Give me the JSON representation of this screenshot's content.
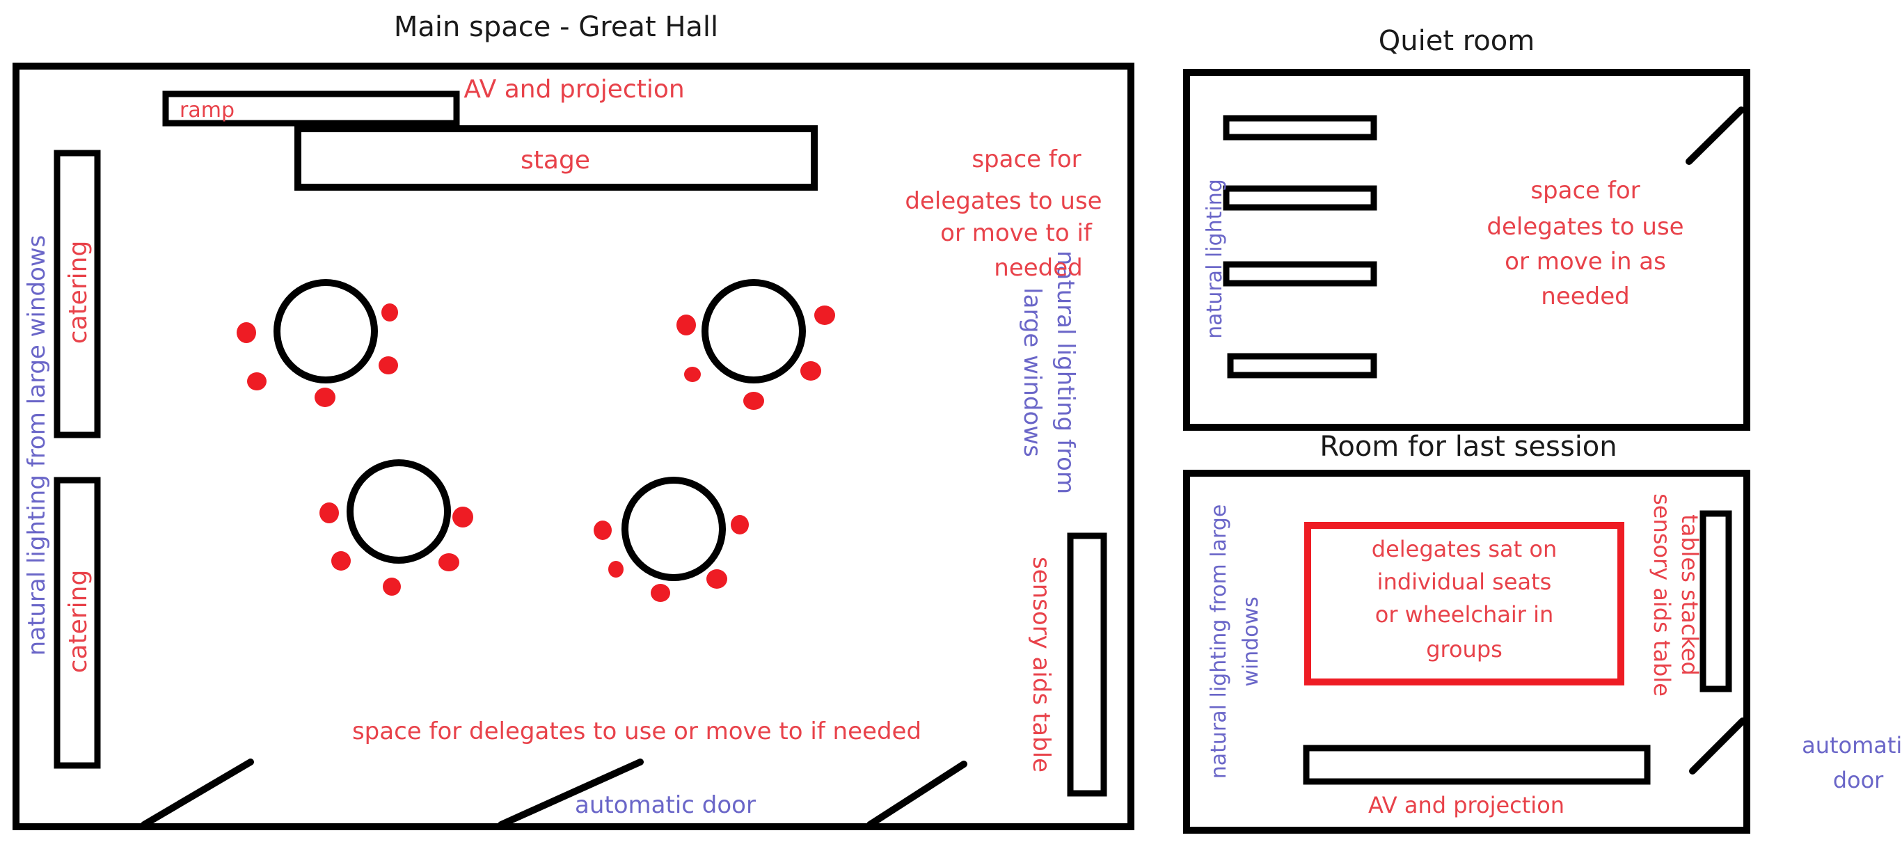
{
  "colors": {
    "wall": "#000000",
    "red_label": "#e8424a",
    "blue_label": "#6a66c8",
    "seat": "#ee1c24",
    "delegate_box": "#ee1c24"
  },
  "great_hall": {
    "title": "Main space - Great Hall",
    "av": "AV and projection",
    "ramp": "ramp",
    "stage": "stage",
    "space_top_right": [
      "space for",
      "delegates to use",
      "or move to if",
      "needed"
    ],
    "catering_top": "catering",
    "catering_bottom": "catering",
    "lighting_left": "natural lighting from large windows",
    "lighting_right": [
      "natural lighting from",
      "large windows"
    ],
    "sensory": "sensory aids table",
    "space_bottom": "space for delegates to use or move to if needed",
    "door": "automatic door"
  },
  "quiet_room": {
    "title": "Quiet room",
    "lighting": "natural lighting",
    "space": [
      "space for",
      "delegates to use",
      "or move in as",
      "needed"
    ]
  },
  "last_session": {
    "title": "Room for last session",
    "lighting": [
      "natural lighting from large",
      "windows"
    ],
    "delegates": [
      "delegates sat on",
      "individual seats",
      "or wheelchair in",
      "groups"
    ],
    "tables": [
      "tables stacked",
      "sensory aids table"
    ],
    "av": "AV and projection",
    "door": [
      "automatic",
      "door"
    ]
  }
}
